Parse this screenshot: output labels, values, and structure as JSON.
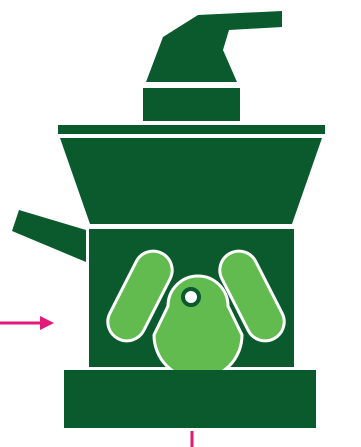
{
  "diagram": {
    "subject": "grinder-mill-pictogram",
    "colors": {
      "body": "#0a5a2e",
      "rotor": "#62bb4f",
      "outline": "#ffffff",
      "arrow": "#e2197a",
      "background": "#ffffff"
    },
    "arrows": [
      {
        "name": "inlet-arrow",
        "direction": "right"
      },
      {
        "name": "outlet-arrow",
        "direction": "down"
      }
    ]
  }
}
